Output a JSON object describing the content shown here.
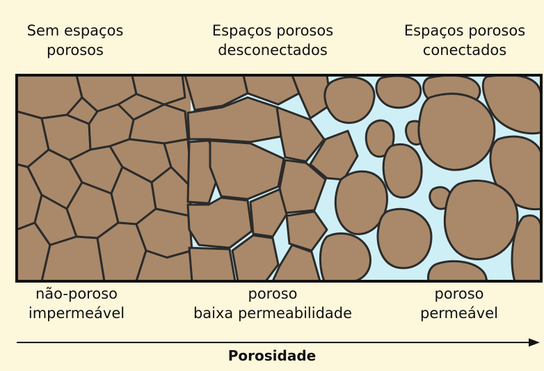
{
  "top_labels": {
    "left": [
      "Sem espaços",
      "porosos"
    ],
    "center": [
      "Espaços porosos",
      "desconectados"
    ],
    "right": [
      "Espaços porosos",
      "conectados"
    ]
  },
  "bottom_labels": {
    "left": [
      "não-poroso",
      "impermeável"
    ],
    "center": [
      "poroso",
      "baixa permeabilidade"
    ],
    "right": [
      "poroso",
      "permeável"
    ]
  },
  "axis": {
    "title": "Porosidade",
    "direction": "increasing to the right"
  },
  "colors": {
    "background": "#fdf7dc",
    "grain": "#a9896a",
    "grain_outline": "#2b2b2b",
    "pore_space": "#cfeff6",
    "frame": "#111111"
  }
}
